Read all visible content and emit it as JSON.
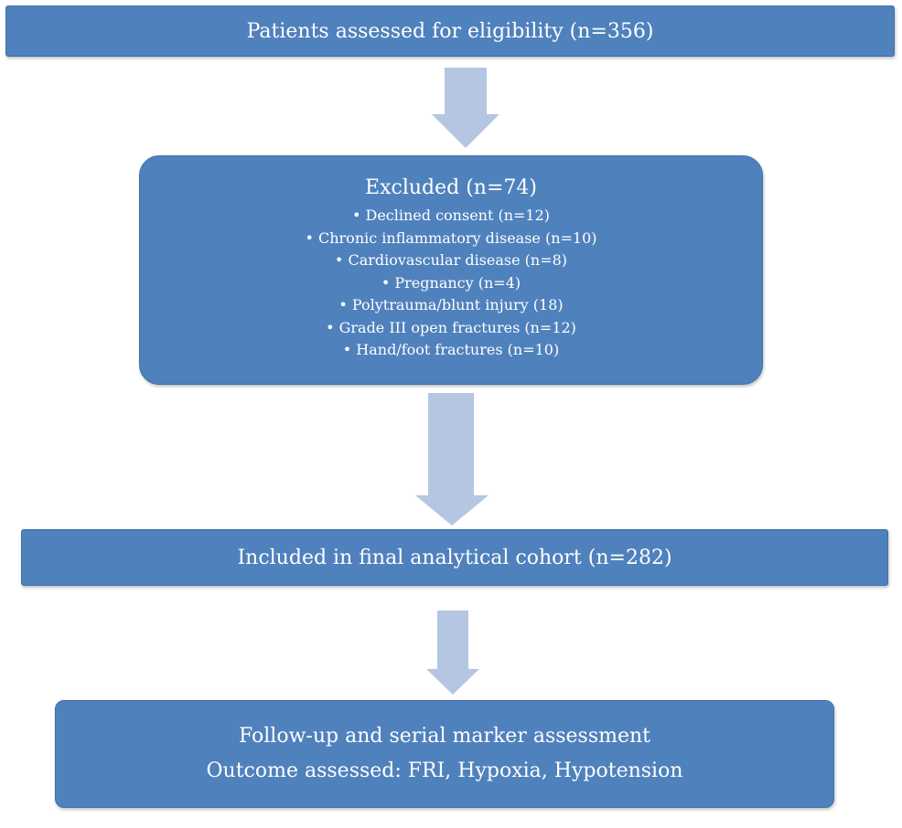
{
  "flow": {
    "eligibility": "Patients assessed for eligibility (n=356)",
    "excluded": {
      "title": "Excluded (n=74)",
      "reasons": [
        "Declined consent (n=12)",
        "Chronic inflammatory disease (n=10)",
        "Cardiovascular disease (n=8)",
        "Pregnancy (n=4)",
        "Polytrauma/blunt injury (18)",
        "Grade III open fractures (n=12)",
        "Hand/foot fractures (n=10)"
      ]
    },
    "included": "Included in final analytical cohort (n=282)",
    "followup": {
      "line1": "Follow-up and serial marker assessment",
      "line2": "Outcome assessed: FRI, Hypoxia, Hypotension"
    }
  },
  "colors": {
    "box_fill": "#4f81bd",
    "arrow_fill": "#b4c6e1",
    "text": "#ffffff"
  }
}
